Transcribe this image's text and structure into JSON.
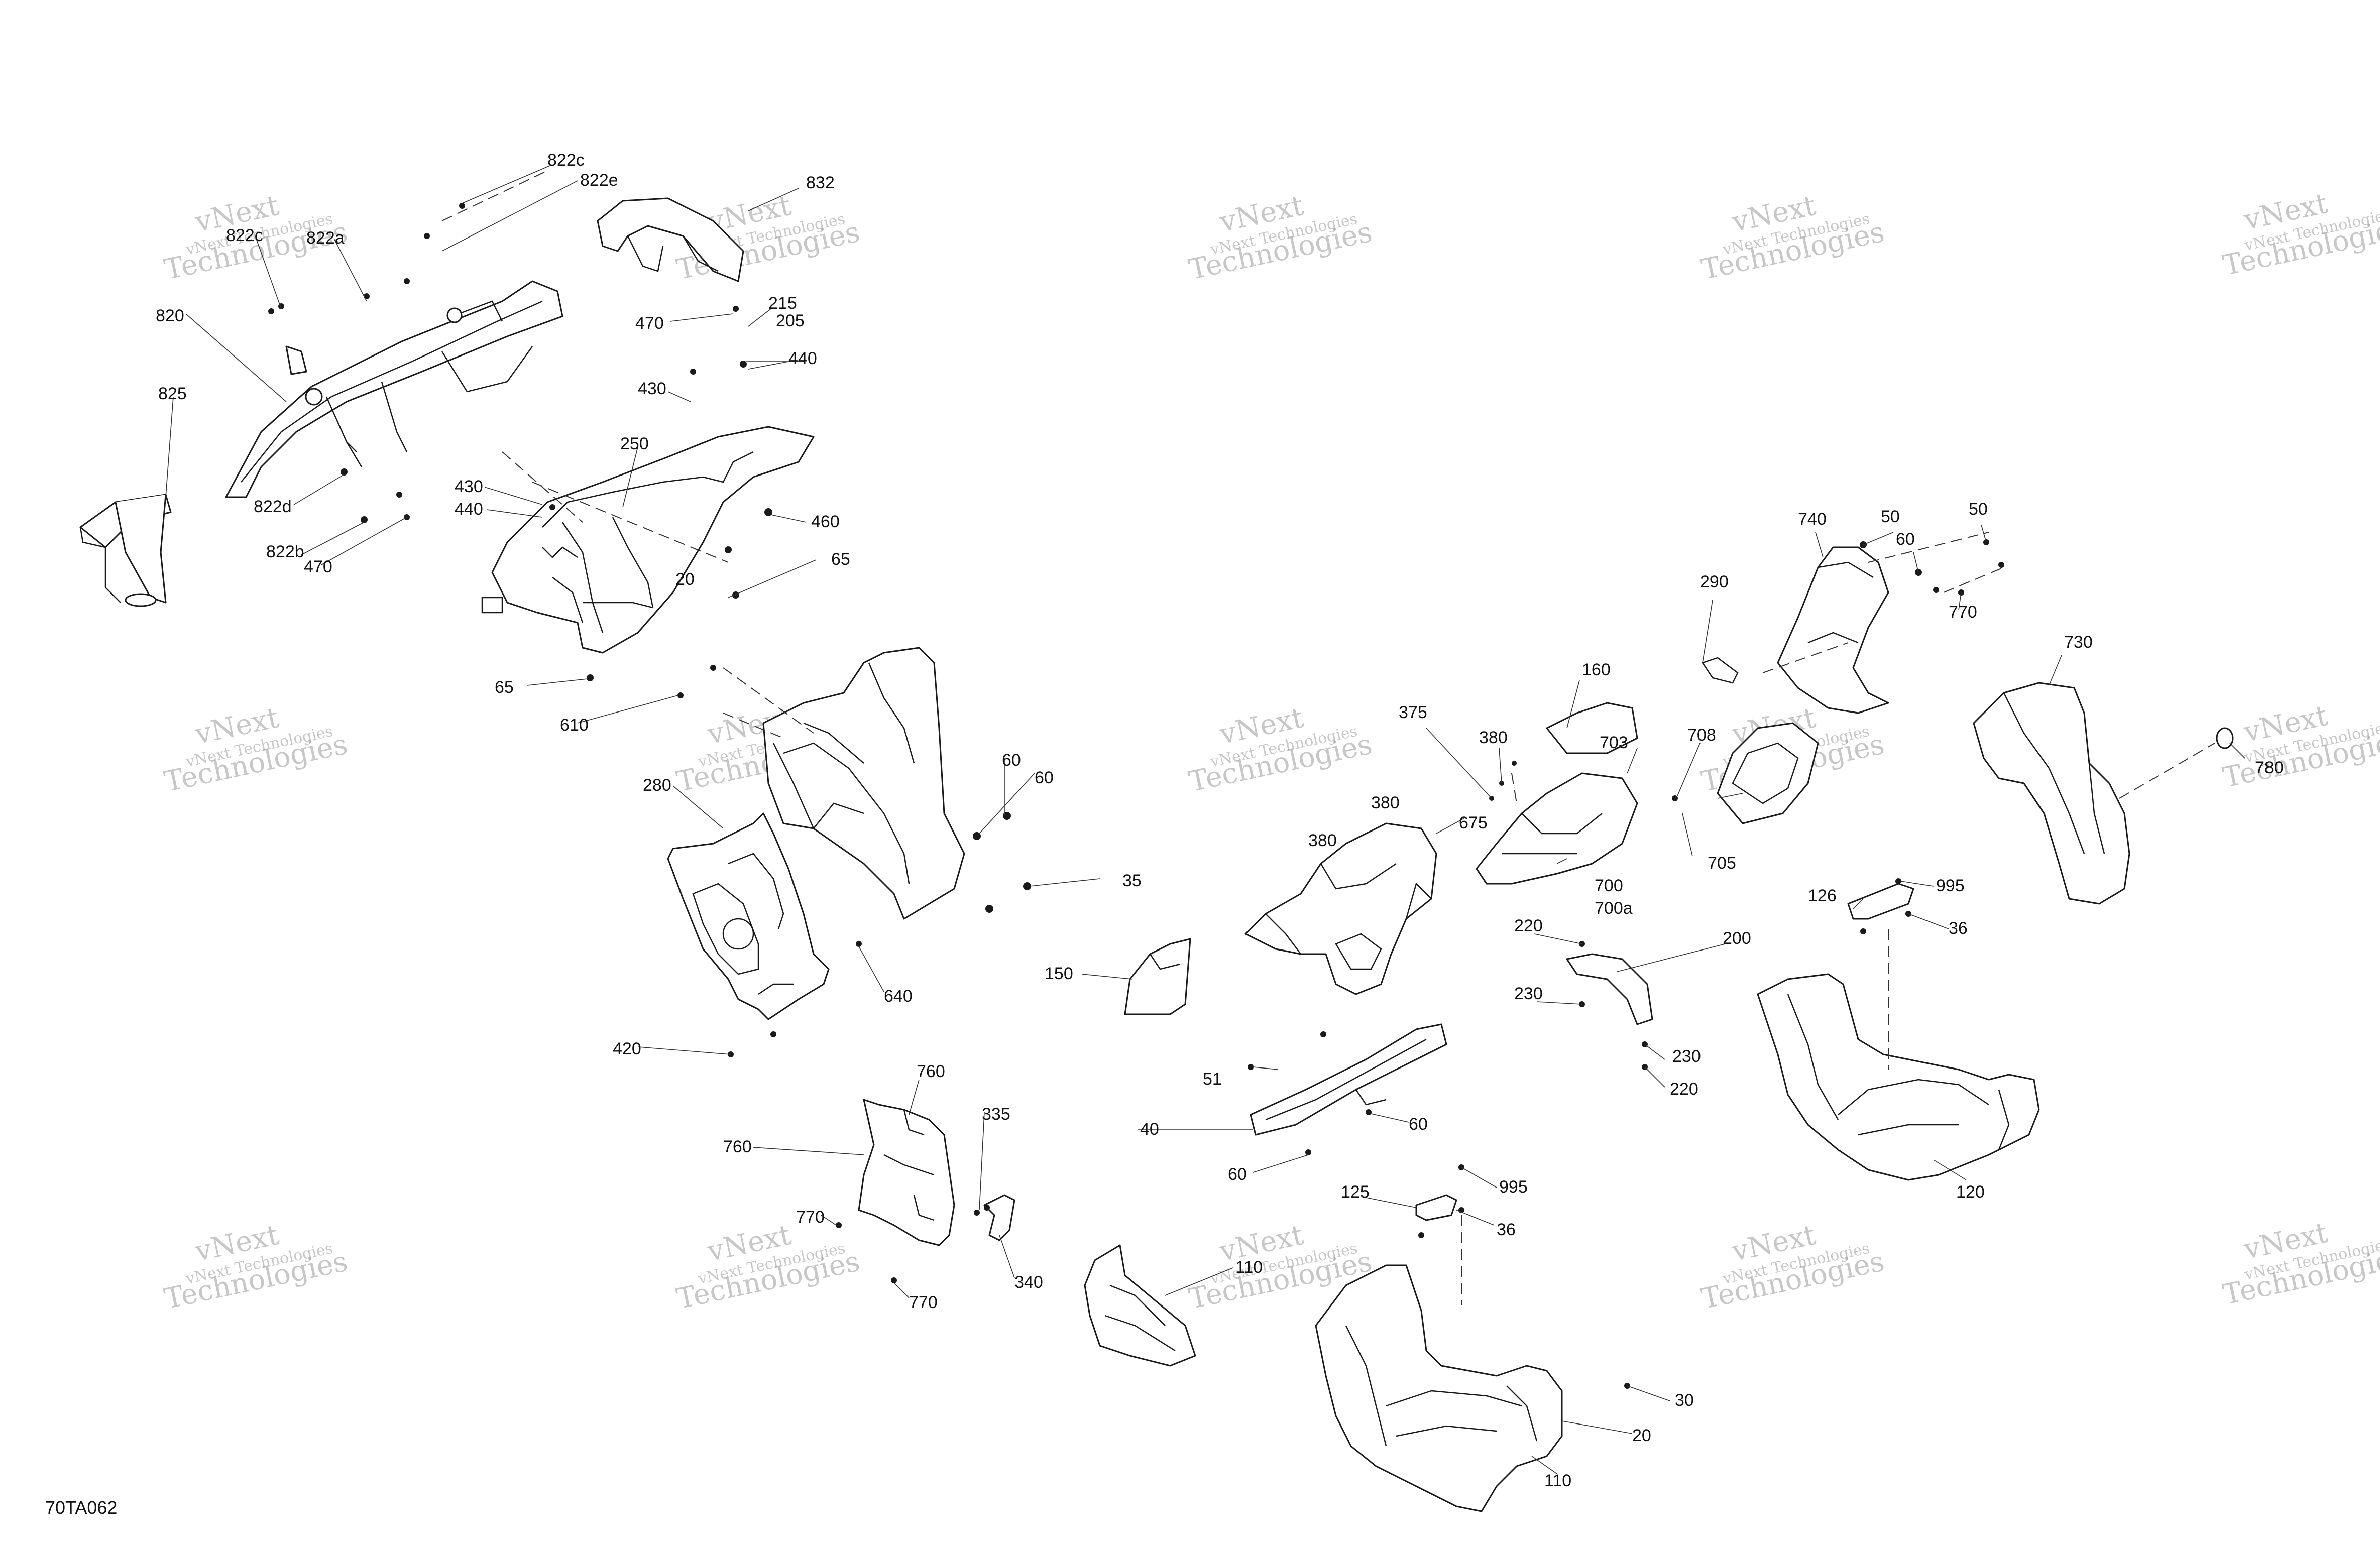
{
  "diagram": {
    "code": "70TA062",
    "watermark": {
      "line1": "vNext",
      "line2": "Technologies",
      "full": "vNext Technologies"
    },
    "labels": [
      "822c",
      "822e",
      "832",
      "822c",
      "822a",
      "820",
      "825",
      "470",
      "215",
      "205",
      "440",
      "430",
      "250",
      "430",
      "440",
      "460",
      "822d",
      "822b",
      "470",
      "20",
      "65",
      "65",
      "610",
      "280",
      "60",
      "60",
      "35",
      "640",
      "420",
      "760",
      "335",
      "760",
      "770",
      "340",
      "770",
      "150",
      "740",
      "50",
      "50",
      "60",
      "770",
      "290",
      "730",
      "780",
      "160",
      "703",
      "708",
      "375",
      "380",
      "380",
      "675",
      "380",
      "700",
      "700a",
      "705",
      "995",
      "126",
      "36",
      "220",
      "200",
      "230",
      "230",
      "220",
      "51",
      "40",
      "60",
      "60",
      "120",
      "125",
      "995",
      "36",
      "110",
      "20",
      "30",
      "110"
    ]
  }
}
